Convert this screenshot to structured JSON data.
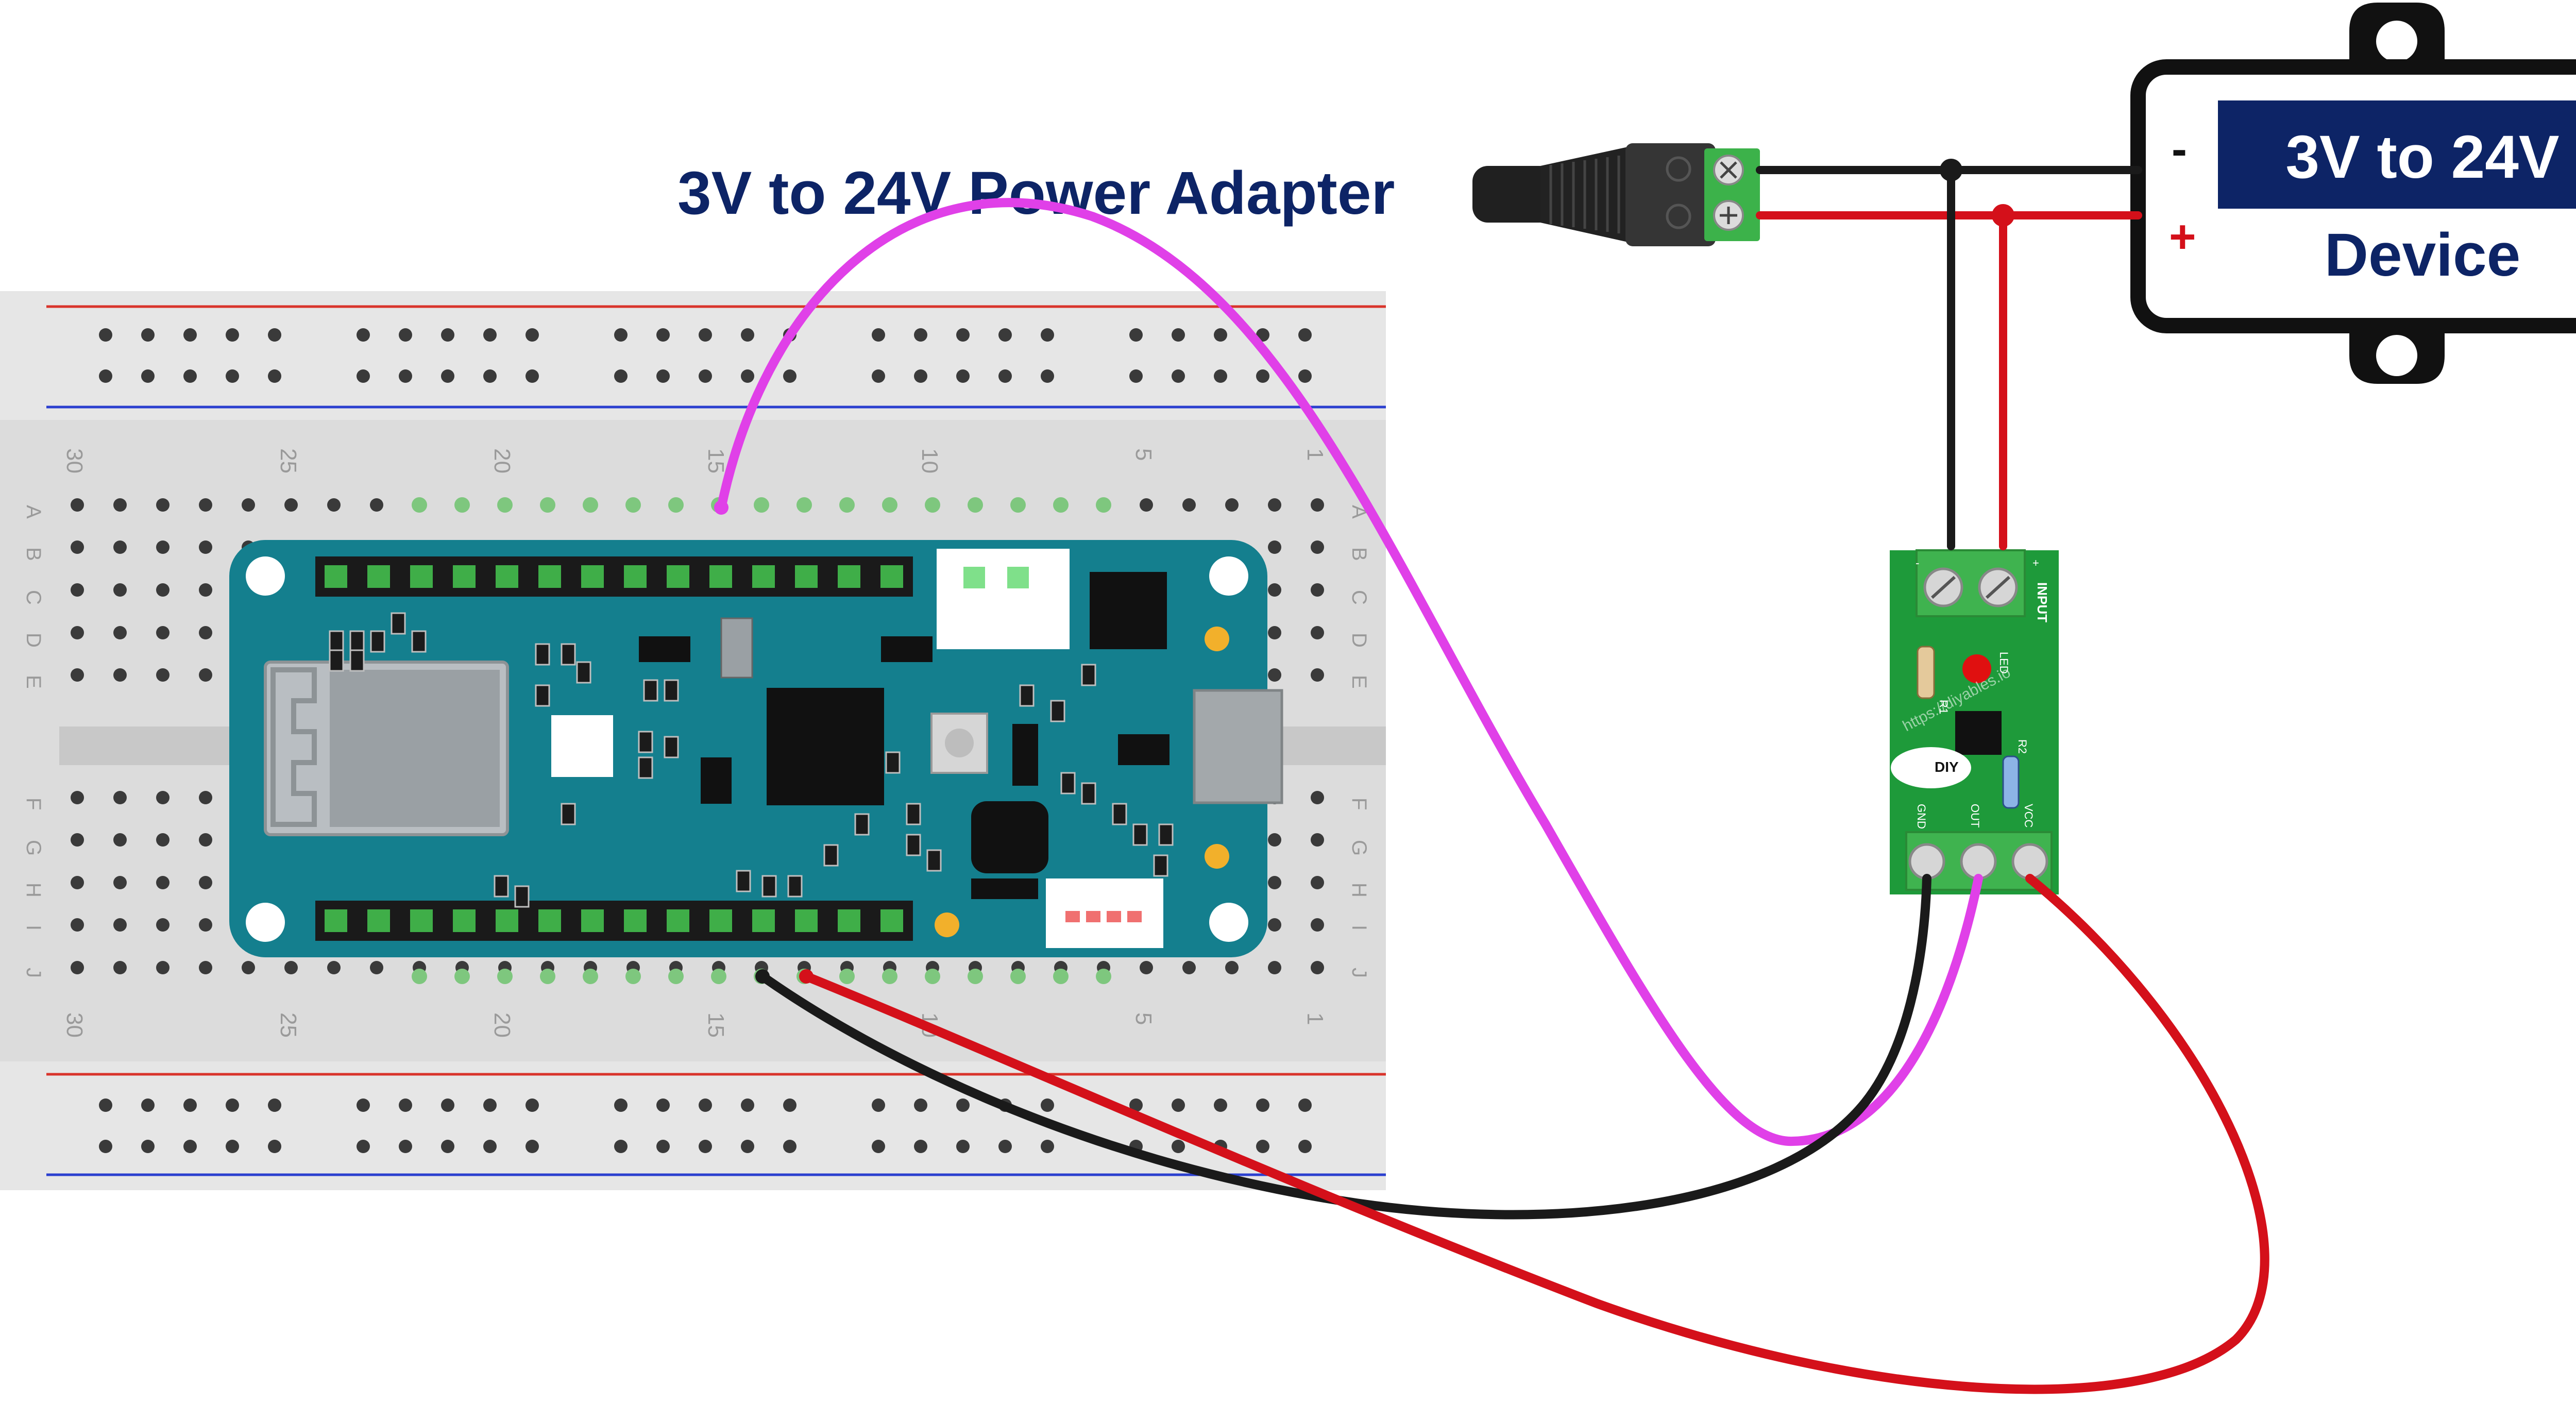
{
  "title": "3V to 24V Power Adapter",
  "device": {
    "line1": "3V to 24V",
    "line2": "Device",
    "minus_sign": "-",
    "plus_sign": "+"
  },
  "breadboard": {
    "column_numbers": [
      "30",
      "25",
      "20",
      "15",
      "10",
      "5",
      "1"
    ],
    "row_letters_top": [
      "A",
      "B",
      "C",
      "D",
      "E"
    ],
    "row_letters_bottom": [
      "F",
      "G",
      "H",
      "I",
      "J"
    ]
  },
  "module": {
    "input_label": "INPUT",
    "input_minus": "-",
    "input_plus": "+",
    "led_label": "LED",
    "r1_label": "R1",
    "r2_label": "R2",
    "logo_text": "DIY",
    "url_text": "https://diyables.io",
    "pin_labels": [
      "GND",
      "OUT",
      "VCC"
    ]
  },
  "colors": {
    "title": "#0d2466",
    "board": "#147f8e",
    "module_pcb": "#1e9a3a",
    "terminal": "#3fb34f",
    "wire_red": "#d4101a",
    "wire_black": "#1a1a1a",
    "wire_magenta": "#e040e8",
    "breadboard": "#dcdcdc",
    "rail_red": "#d9342b",
    "rail_blue": "#2a3fcf"
  }
}
